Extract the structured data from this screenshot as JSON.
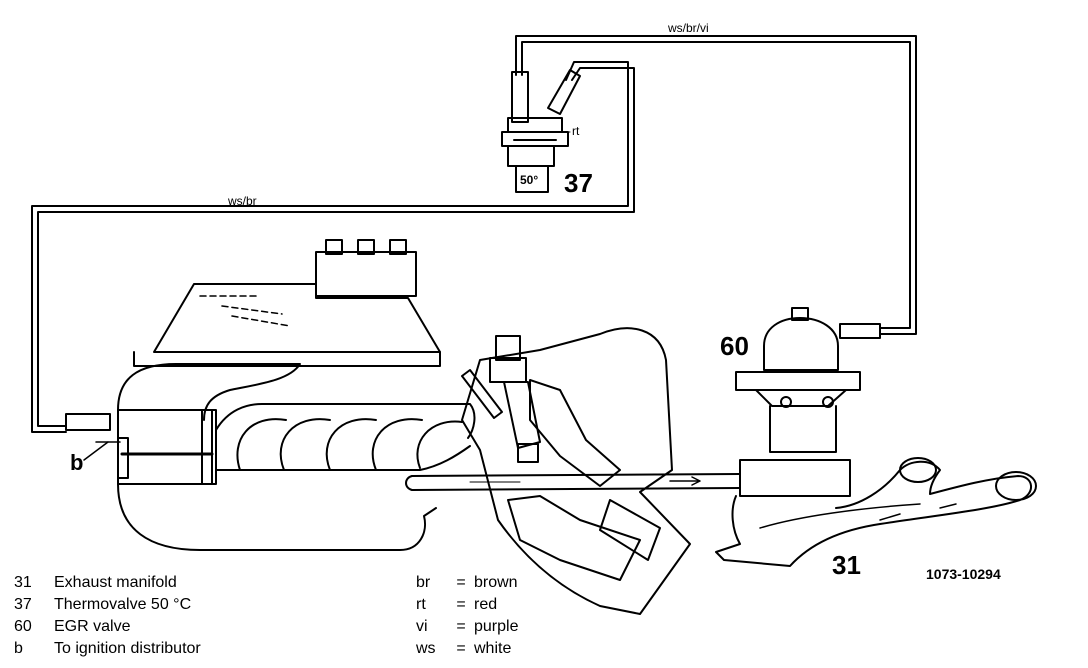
{
  "wires": {
    "top": "ws/br/vi",
    "left": "ws/br"
  },
  "callouts": {
    "thermovalve": "37",
    "thermovalve_temp": "50°",
    "thermovalve_port": "rt",
    "egr_valve": "60",
    "exhaust_manifold": "31",
    "distributor": "b"
  },
  "figure_id": "1073-10294",
  "legend": [
    {
      "key": "31",
      "label": "Exhaust manifold"
    },
    {
      "key": "37",
      "label": "Thermovalve 50 °C"
    },
    {
      "key": "60",
      "label": "EGR valve"
    },
    {
      "key": "b",
      "label": "To ignition distributor"
    }
  ],
  "color_codes": [
    {
      "abbr": "br",
      "eq": "=",
      "name": "brown"
    },
    {
      "abbr": "rt",
      "eq": "=",
      "name": "red"
    },
    {
      "abbr": "vi",
      "eq": "=",
      "name": "purple"
    },
    {
      "abbr": "ws",
      "eq": "=",
      "name": "white"
    }
  ]
}
